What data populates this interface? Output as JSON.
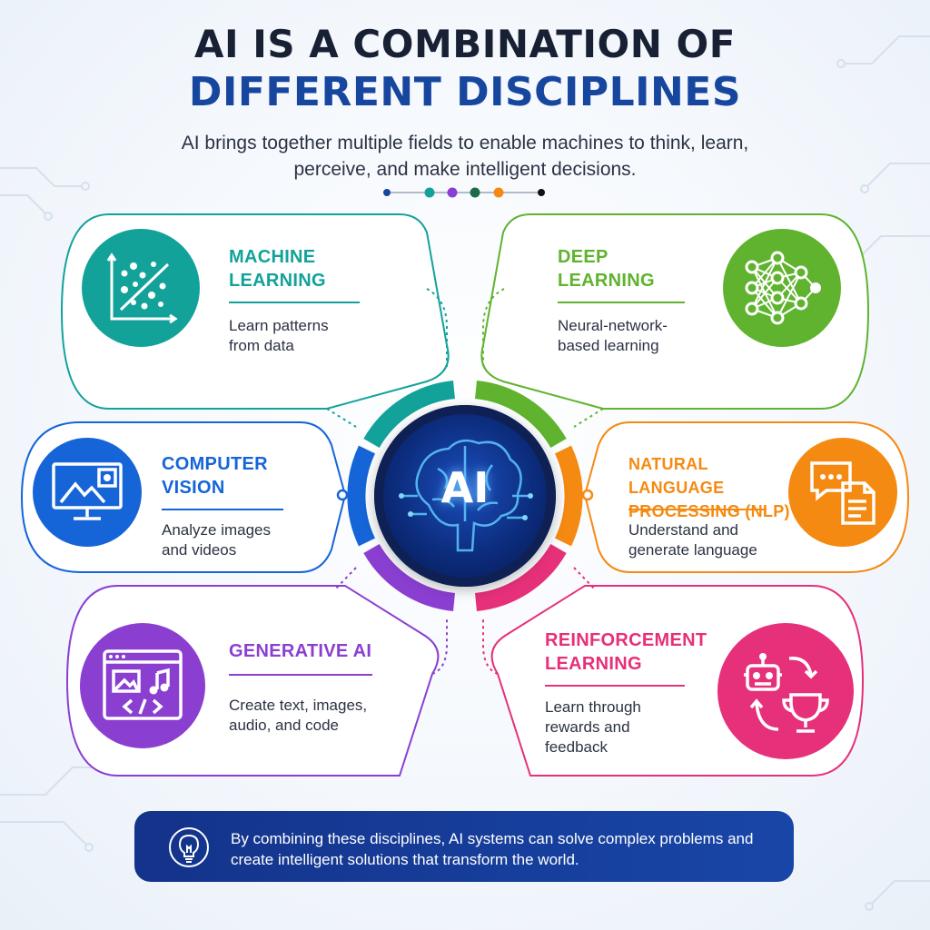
{
  "header": {
    "title_line1": "AI IS A COMBINATION OF",
    "title_line2": "DIFFERENT DISCIPLINES",
    "subtitle": "AI brings together multiple fields to enable machines to think, learn, perceive, and make intelligent decisions."
  },
  "hub": {
    "label": "AI"
  },
  "cards": [
    {
      "title": "MACHINE LEARNING",
      "description": "Learn patterns from data",
      "color": "#13a29a",
      "icon": "scatter-plot-icon"
    },
    {
      "title": "DEEP LEARNING",
      "description": "Neural-network-based learning",
      "color": "#5fb32e",
      "icon": "neural-network-icon"
    },
    {
      "title": "COMPUTER VISION",
      "description": "Analyze images and videos",
      "color": "#1565d8",
      "icon": "image-monitor-icon"
    },
    {
      "title": "NATURAL LANGUAGE PROCESSING (NLP)",
      "description": "Understand and generate language",
      "color": "#f58a12",
      "icon": "chat-document-icon"
    },
    {
      "title": "GENERATIVE AI",
      "description": "Create text, images, audio, and code",
      "color": "#8a3fd1",
      "icon": "media-code-window-icon"
    },
    {
      "title": "REINFORCEMENT LEARNING",
      "description": "Learn through rewards and feedback",
      "color": "#e6307a",
      "icon": "robot-trophy-icon"
    }
  ],
  "footer": {
    "text": "By combining these disciplines, AI systems can solve complex problems and create intelligent solutions that transform the world.",
    "icon": "lightbulb-icon"
  },
  "colors": {
    "navy": "#17469e",
    "dots": [
      "#17469e",
      "#13a29a",
      "#8a3fd1",
      "#1e6b4a",
      "#f58a12",
      "#111111"
    ]
  }
}
